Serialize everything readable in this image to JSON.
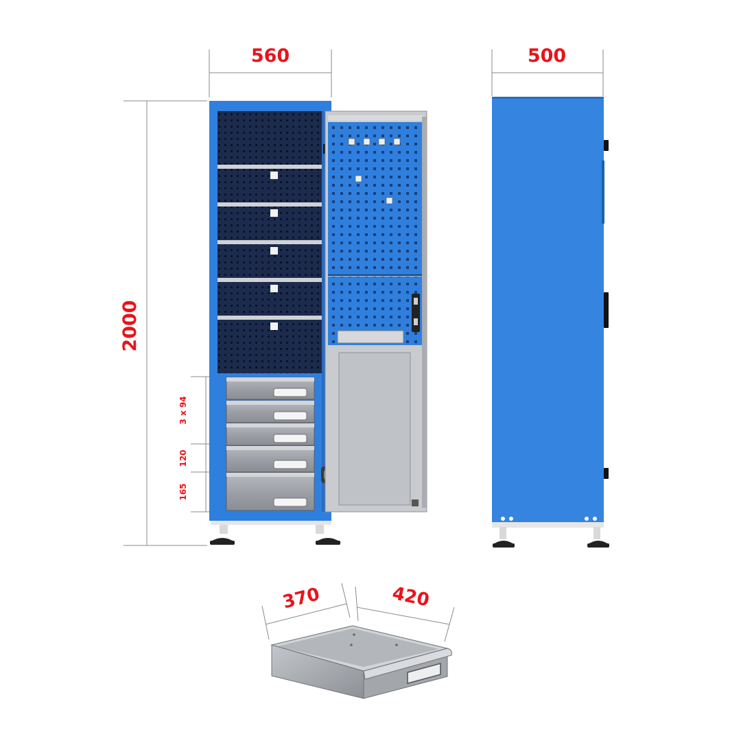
{
  "dimensions": {
    "width_front": "560",
    "depth_side": "500",
    "height": "2000",
    "drawers_small": "3 x 94",
    "drawer_medium": "120",
    "drawer_large": "165",
    "drawer_width": "370",
    "drawer_depth": "420"
  },
  "colors": {
    "cabinet_blue": "#2f7fde",
    "dimension_red": "#e8141b",
    "panel_dark": "#1a2a4a",
    "door_grey": "#c9cbcf",
    "line_grey": "#7a7a7a"
  },
  "drawer_count": 5,
  "shelf_count": 5
}
